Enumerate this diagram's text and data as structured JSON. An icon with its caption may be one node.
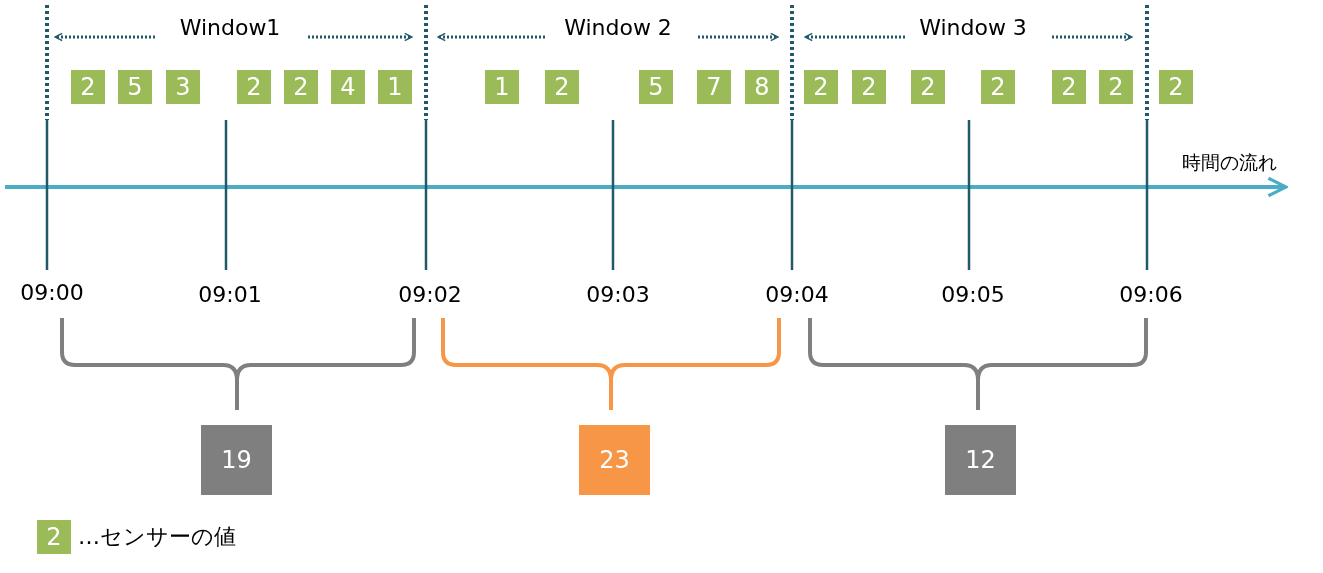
{
  "diagram": {
    "nodes": [
      {
        "text": [
          "2"
        ]
      },
      {
        "text": [
          "5"
        ]
      },
      {
        "text": [
          "3"
        ]
      },
      {
        "text": [
          "2"
        ]
      },
      {
        "text": [
          "2"
        ]
      },
      {
        "text": [
          "4"
        ]
      },
      {
        "text": [
          "1"
        ]
      },
      {
        "text": [
          "1"
        ]
      },
      {
        "text": [
          "2"
        ]
      },
      {
        "text": [
          "5"
        ]
      },
      {
        "text": [
          "7"
        ]
      },
      {
        "text": [
          "8"
        ]
      },
      {
        "text": [
          "2"
        ]
      },
      {
        "text": [
          "2"
        ]
      },
      {
        "text": [
          "2"
        ]
      },
      {
        "text": [
          "2"
        ]
      },
      {
        "text": [
          "2"
        ]
      },
      {
        "text": [
          "2"
        ]
      },
      {
        "text": [
          "2"
        ]
      },
      {
        "text": [
          "19"
        ]
      },
      {
        "text": [
          "23"
        ]
      },
      {
        "text": [
          "12"
        ]
      }
    ],
    "edges": [],
    "labels": [
      "Window1",
      "Window 2",
      "Window 3",
      "時間の流れ",
      "09:00",
      "09:01",
      "09:02",
      "09:03",
      "09:04",
      "09:05",
      "09:06",
      "2"
    ],
    "legend": [
      {
        "text": "…センサーの値",
        "color": "#9bbb59"
      }
    ]
  }
}
